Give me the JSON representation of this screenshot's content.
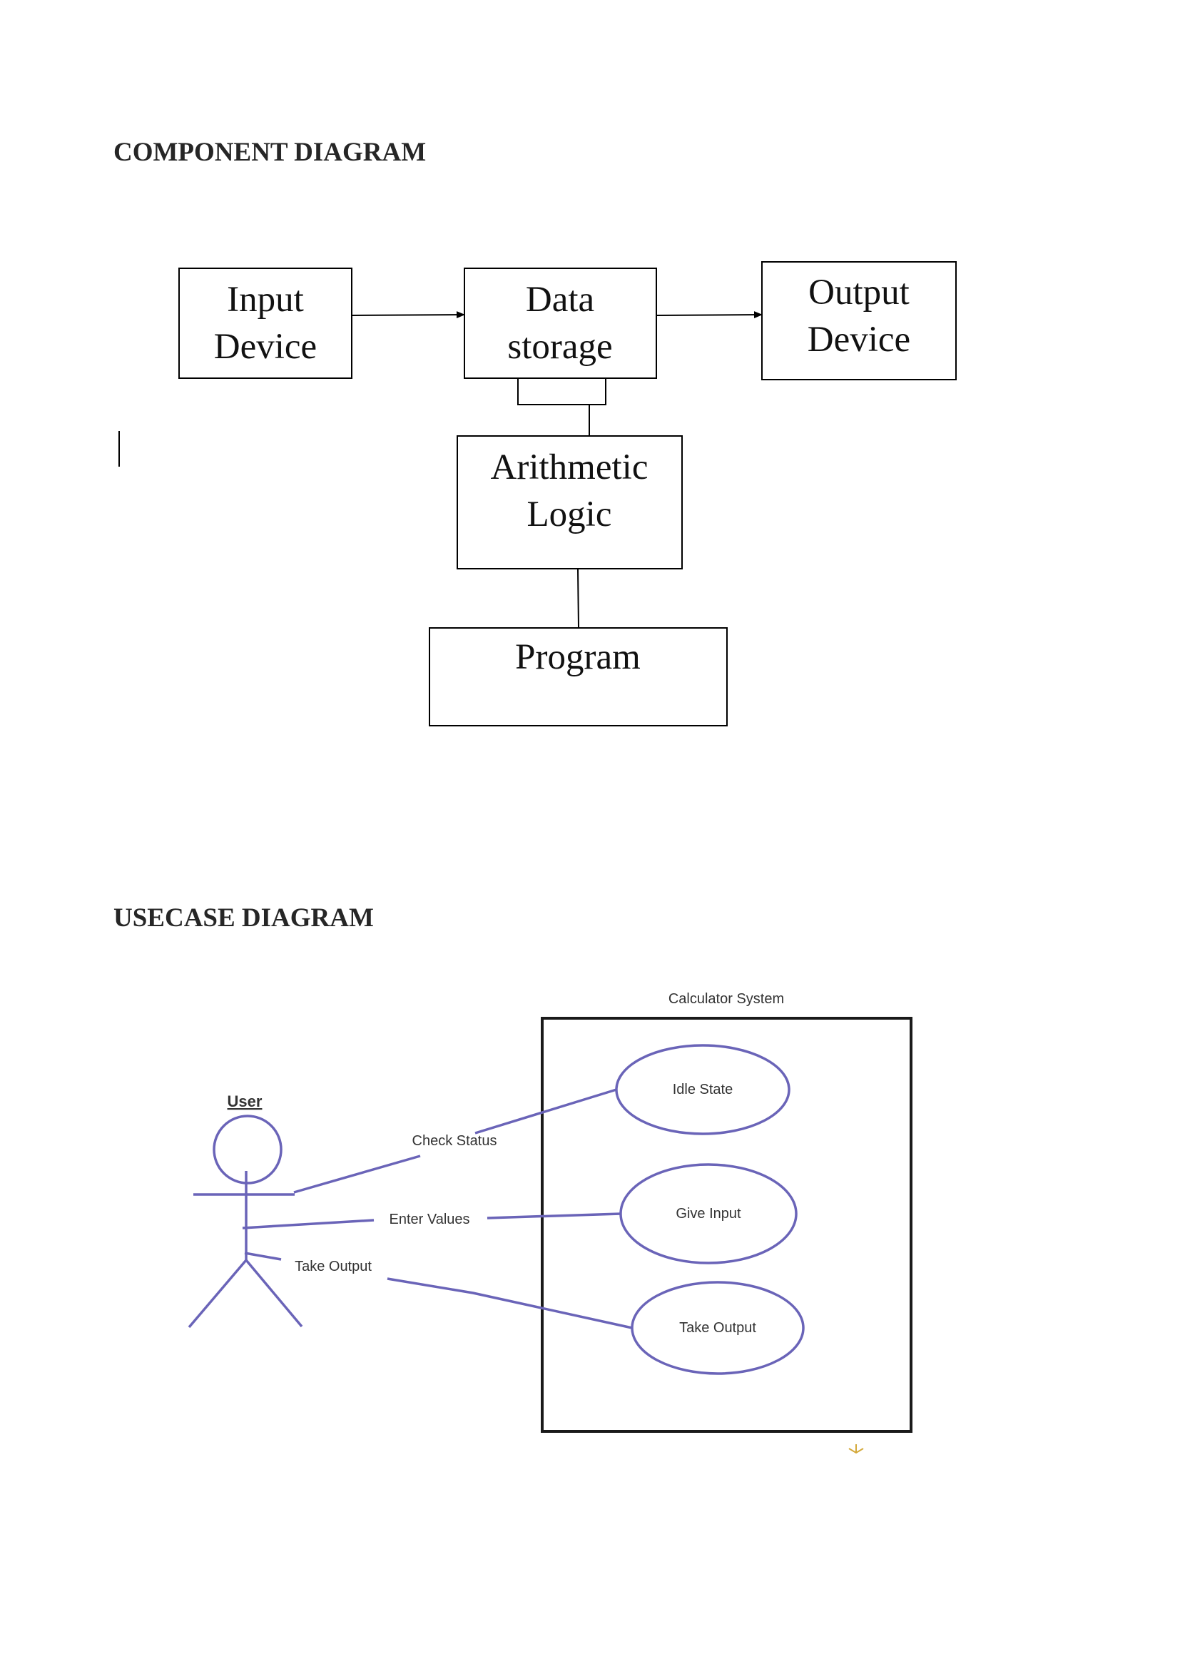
{
  "component_diagram": {
    "heading": "COMPONENT DIAGRAM",
    "boxes": {
      "input_device": [
        "Input",
        "Device"
      ],
      "data_storage": [
        "Data",
        "storage"
      ],
      "output_device": [
        "Output",
        "Device"
      ],
      "arithmetic_logic": [
        "Arithmetic",
        "Logic"
      ],
      "program": [
        "Program"
      ]
    }
  },
  "usecase_diagram": {
    "heading": "USECASE DIAGRAM",
    "system_title": "Calculator System",
    "actor": "User",
    "associations": [
      "Check Status",
      "Enter Values",
      "Take Output"
    ],
    "use_cases": [
      "Idle State",
      "Give Input",
      "Take Output"
    ],
    "line_color": "#6a64b8"
  }
}
